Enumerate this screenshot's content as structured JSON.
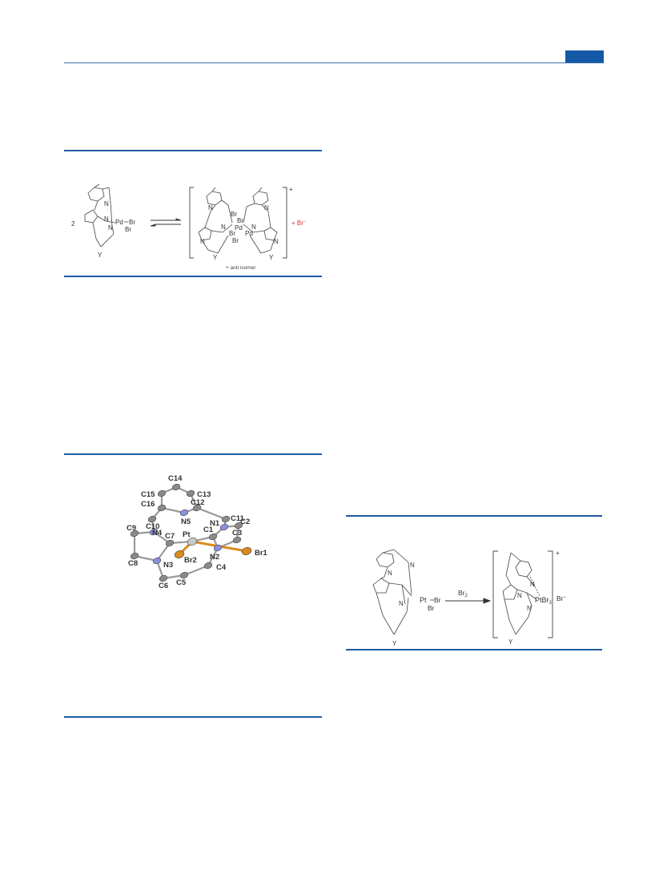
{
  "scheme1": {
    "coefficient": "2",
    "left_labels": {
      "pd": "Pd",
      "br1": "Br",
      "br2": "Br",
      "n1": "N",
      "n2": "N",
      "n3": "N",
      "y": "Y"
    },
    "right_labels": {
      "pd1": "Pd",
      "pd2": "Pd",
      "br_top1": "Br",
      "br_top2": "Br",
      "br_bot1": "Br",
      "br_bot2": "Br",
      "n": "N",
      "y": "Y"
    },
    "charge": "+",
    "counterion": "+ Br",
    "counterion_charge": "−",
    "note": "+ anti isomer",
    "accent_color": "#e0322b"
  },
  "figure": {
    "atoms": [
      "C14",
      "C15",
      "C13",
      "C12",
      "C16",
      "N5",
      "C11",
      "C10",
      "N1",
      "C2",
      "N4",
      "C9",
      "C1",
      "Pt",
      "C7",
      "C3",
      "Br1",
      "Br2",
      "N2",
      "C8",
      "N3",
      "C4",
      "C6",
      "C5"
    ],
    "colors": {
      "carbon": "#8a8a8a",
      "nitrogen": "#8a8fe0",
      "bromine": "#d98a1e",
      "bond": "#9a9a9a"
    }
  },
  "scheme2": {
    "left_labels": {
      "pt": "Pt",
      "br1": "Br",
      "br2": "Br",
      "n1": "N",
      "n2": "N",
      "n3": "N",
      "y": "Y"
    },
    "reagent": "Br",
    "reagent_sub": "2",
    "right_labels": {
      "pt": "Pt",
      "br3": "Br",
      "br3_sub": "3",
      "n1": "N",
      "n2": "N",
      "n3": "N",
      "y": "Y"
    },
    "charge": "+",
    "counterion": "Br",
    "counterion_charge": "−"
  }
}
